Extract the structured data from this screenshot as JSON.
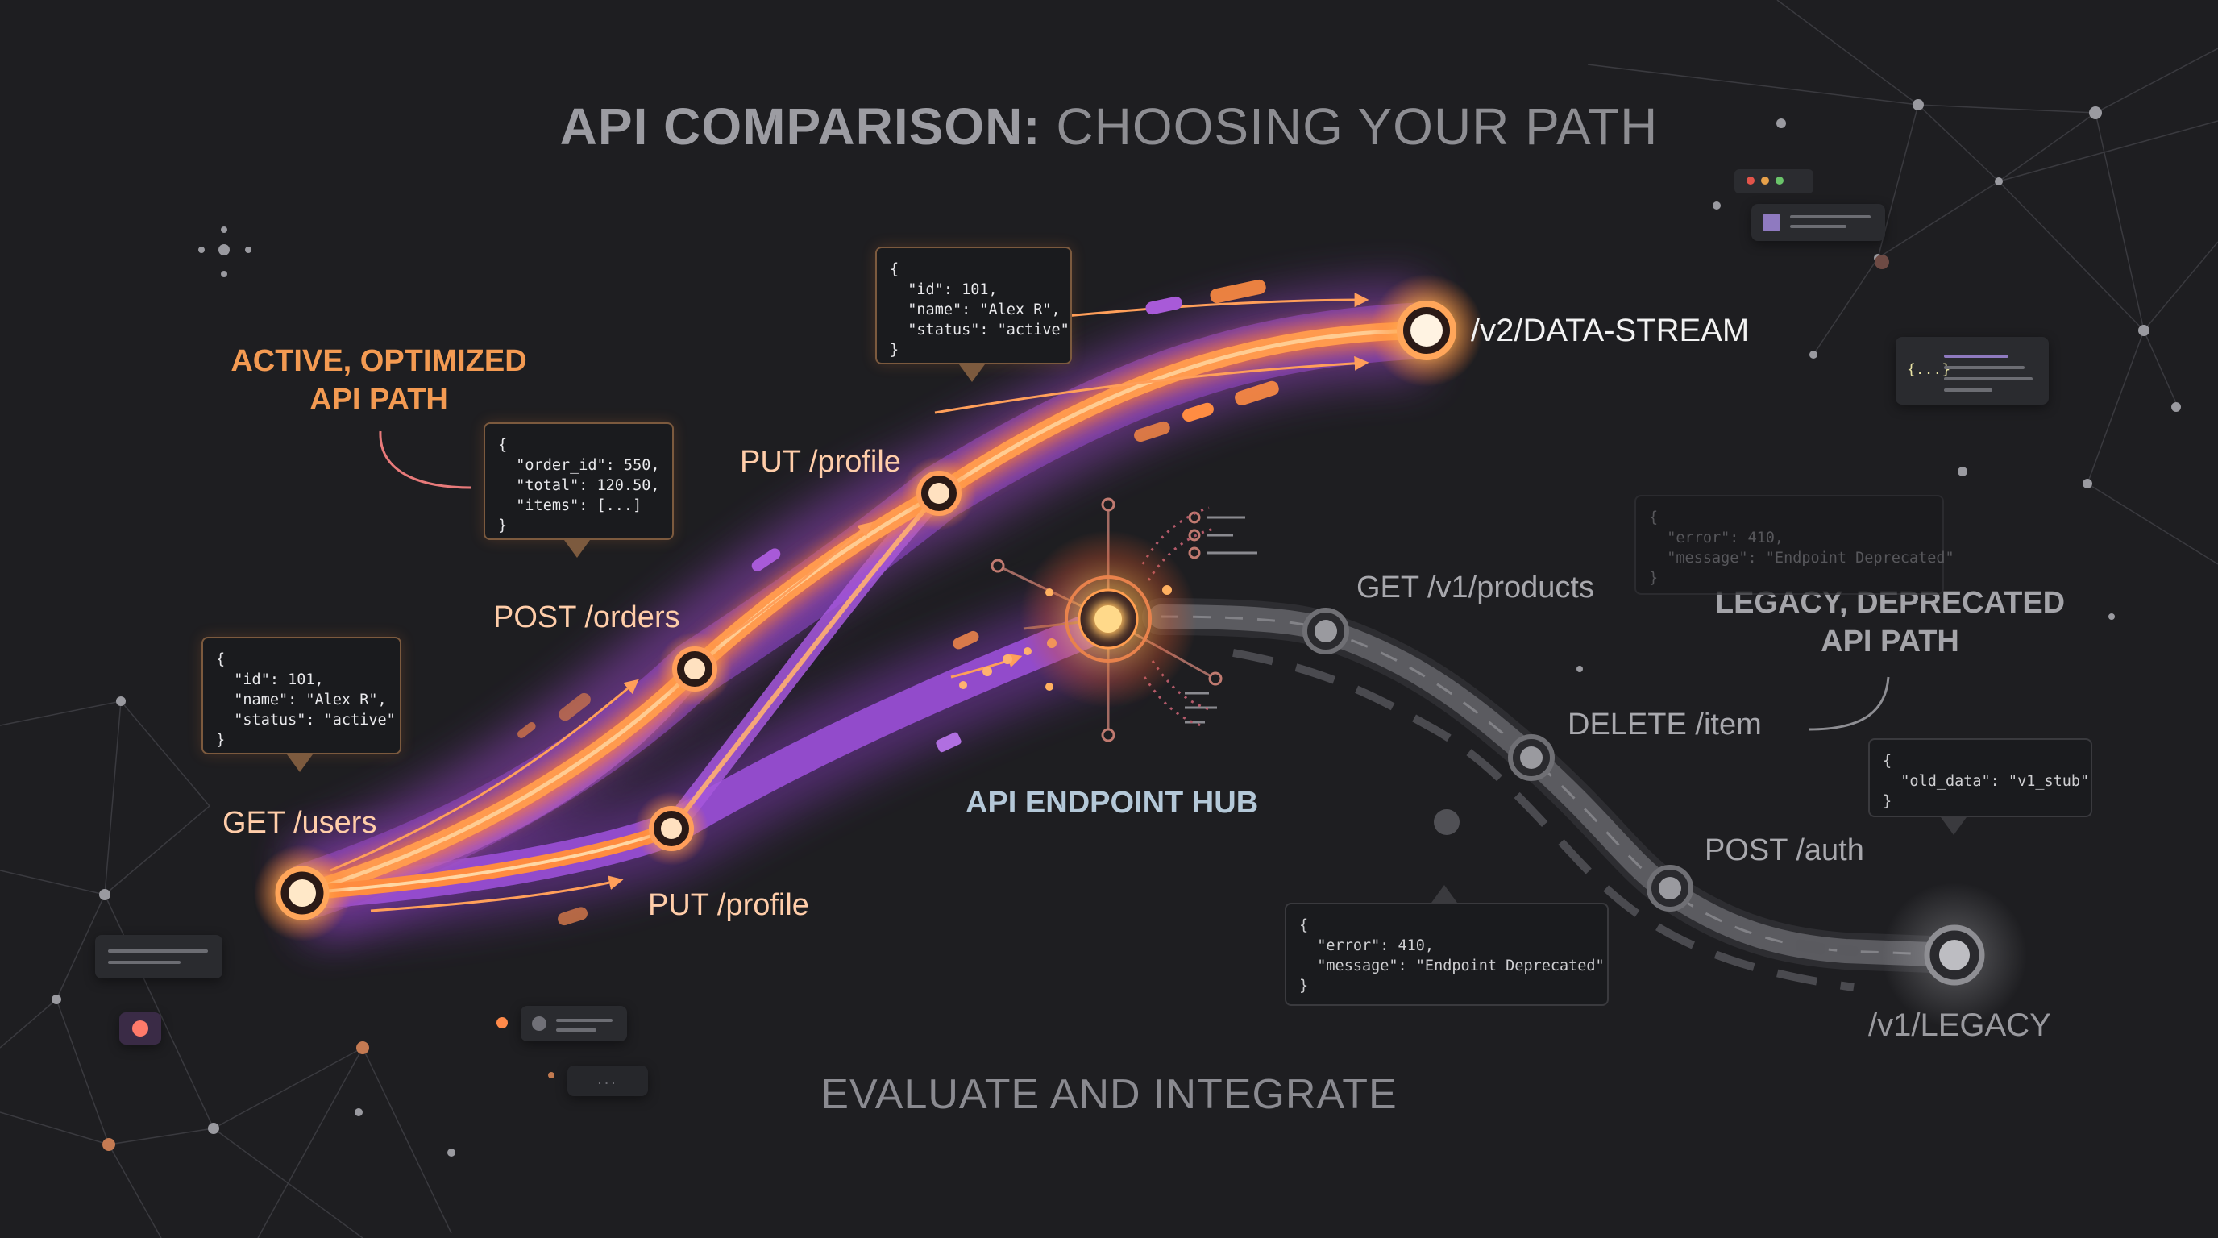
{
  "title": {
    "strong": "API COMPARISON:",
    "rest": " CHOOSING YOUR PATH"
  },
  "subtitle": "EVALUATE AND INTEGRATE",
  "callouts": {
    "active": [
      "ACTIVE, OPTIMIZED",
      "API PATH"
    ],
    "legacy": [
      "LEGACY, DEPRECATED",
      "API PATH"
    ]
  },
  "hub_label": "API ENDPOINT HUB",
  "active_path": {
    "start_label": "GET /users",
    "nodes": [
      "POST /orders",
      "PUT /profile",
      "PUT /profile"
    ],
    "endpoint": "/v2/DATA-STREAM"
  },
  "legacy_path": {
    "nodes": [
      "GET /v1/products",
      "DELETE /item",
      "POST /auth"
    ],
    "endpoint": "/v1/LEGACY"
  },
  "code_panels": {
    "users": [
      "{",
      "  \"id\": 101,",
      "  \"name\": \"Alex R\",",
      "  \"status\": \"active\"",
      "}"
    ],
    "orders": [
      "{",
      "  \"order_id\": 550,",
      "  \"total\": 120.50,",
      "  \"items\": [...]",
      "}"
    ],
    "profile": [
      "{",
      "  \"id\": 101,",
      "  \"name\": \"Alex R\",",
      "  \"status\": \"active\"",
      "}"
    ],
    "error": [
      "{",
      "  \"error\": 410,",
      "  \"message\": \"Endpoint Deprecated\"",
      "}"
    ],
    "error_faded": [
      "{",
      "  \"error\": 410,",
      "  \"message\": \"Endpoint Deprecated\"",
      "}"
    ],
    "old_data": [
      "{",
      "  \"old_data\": \"v1_stub\"",
      "}"
    ]
  },
  "widgets": {
    "brace_icon": "{...}",
    "ellipsis": "..."
  },
  "colors": {
    "background": "#1e1e21",
    "active_orange": "#ff8c3c",
    "active_purple": "#9b4dd0",
    "legacy_gray": "#5e5e63",
    "hub_glow": "#ffb36a"
  }
}
